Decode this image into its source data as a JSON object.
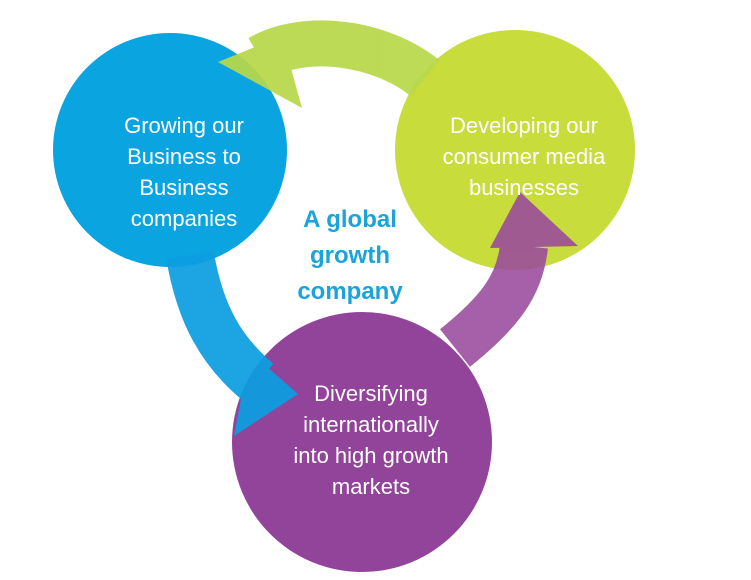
{
  "colors": {
    "blue": "#0aa5e0",
    "lime": "#c8dc3c",
    "purple": "#91449a",
    "lime_arrow": "#b8d84a",
    "blue_arrow": "#0c9ee0",
    "purple_arrow": "#9a4a9d",
    "title": "#1ba3dc",
    "text": "#ffffff"
  },
  "diagram": {
    "center_title": [
      "A global",
      "growth",
      "company"
    ],
    "nodes": [
      {
        "id": "b2b",
        "color": "blue",
        "lines": [
          "Growing our",
          "Business to",
          "Business",
          "companies"
        ]
      },
      {
        "id": "consumer",
        "color": "lime",
        "lines": [
          "Developing our",
          "consumer media",
          "businesses"
        ]
      },
      {
        "id": "intl",
        "color": "purple",
        "lines": [
          "Diversifying",
          "internationally",
          "into high growth",
          "markets"
        ]
      }
    ],
    "arrows": [
      {
        "from": "consumer",
        "to": "b2b",
        "color": "lime_arrow"
      },
      {
        "from": "b2b",
        "to": "intl",
        "color": "blue_arrow"
      },
      {
        "from": "intl",
        "to": "consumer",
        "color": "purple_arrow"
      }
    ]
  }
}
